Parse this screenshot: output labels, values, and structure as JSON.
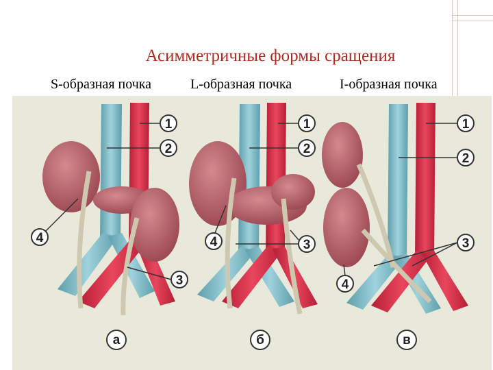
{
  "title": "Асимметричные формы сращения",
  "captions": {
    "s_shaped": "S-образная почка",
    "l_shaped": "L-образная почка",
    "i_shaped": "I-образная почка"
  },
  "panels": [
    {
      "letter": "а",
      "markers": [
        "1",
        "2",
        "3",
        "4"
      ]
    },
    {
      "letter": "б",
      "markers": [
        "1",
        "2",
        "3",
        "4"
      ]
    },
    {
      "letter": "в",
      "markers": [
        "1",
        "2",
        "3",
        "4"
      ]
    }
  ],
  "colors": {
    "title": "#b02a1e",
    "artery": "#d7314a",
    "vein": "#7fbcc8",
    "kidney": "#b5636a",
    "ureter": "#cfc8b0",
    "background": "#e8e9da"
  }
}
